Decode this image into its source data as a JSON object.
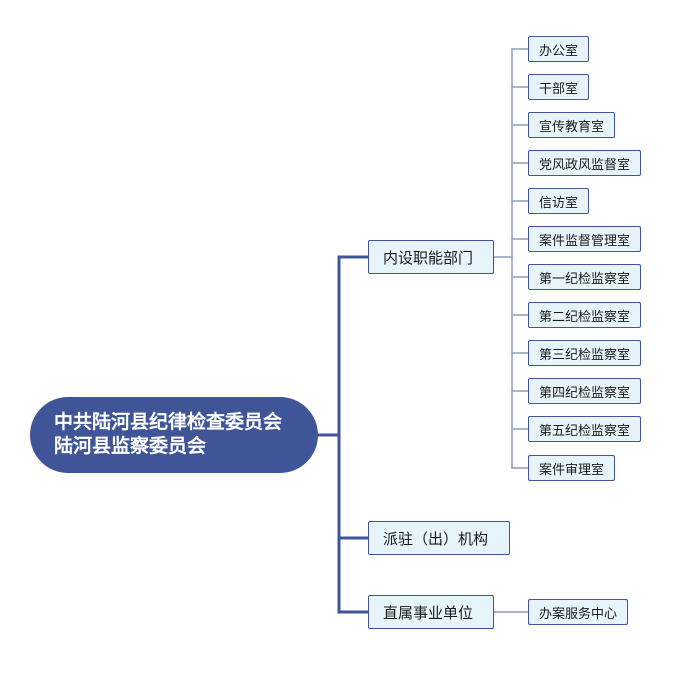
{
  "root": {
    "line1": "中共陆河县纪律检查委员会",
    "line2": "陆河县监察委员会"
  },
  "branches": [
    {
      "label": "内设职能部门",
      "children": [
        "办公室",
        "干部室",
        "宣传教育室",
        "党风政风监督室",
        "信访室",
        "案件监督管理室",
        "第一纪检监察室",
        "第二纪检监察室",
        "第三纪检监察室",
        "第四纪检监察室",
        "第五纪检监察室",
        "案件审理室"
      ]
    },
    {
      "label": "派驻（出）机构",
      "children": []
    },
    {
      "label": "直属事业单位",
      "children": [
        "办案服务中心"
      ]
    }
  ],
  "colors": {
    "root_fill": "#3f5598",
    "line": "#3f5598",
    "node_fill": "#e8f4fb",
    "leaf_line": "#9aa6c0"
  }
}
